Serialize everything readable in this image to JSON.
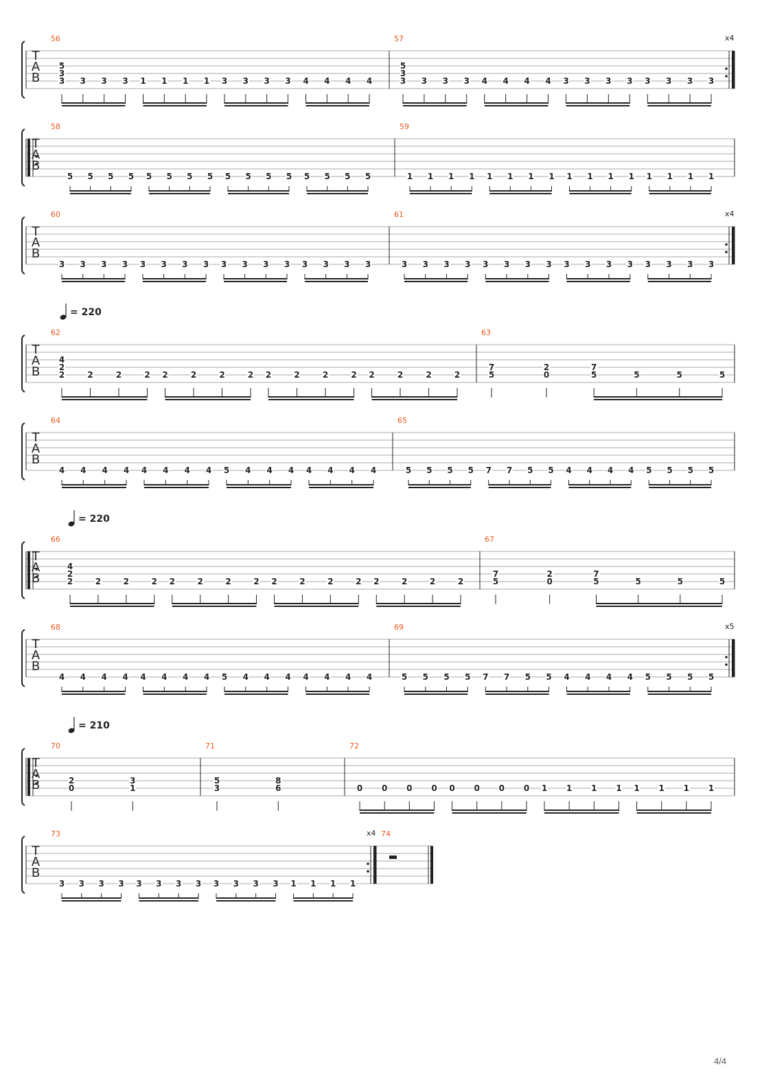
{
  "page": {
    "number_label": "4/4"
  },
  "colors": {
    "measure_number": "#e8581c",
    "ink": "#222222",
    "staff_line": "#aaaaaa"
  },
  "tab_clef": [
    "T",
    "A",
    "B"
  ],
  "tempo_marks": [
    {
      "system": 3,
      "bpm": "= 220"
    },
    {
      "system": 5,
      "bpm": "= 220"
    },
    {
      "system": 7,
      "bpm": "= 210"
    }
  ],
  "systems": [
    {
      "measures": [
        {
          "number": "56",
          "repeat_start": false,
          "repeat_end": false,
          "beats": [
            [
              "3",
              "3",
              "5"
            ],
            "3",
            "3",
            "3",
            "1",
            "1",
            "1",
            "1",
            "3",
            "3",
            "3",
            "3",
            "4",
            "4",
            "4",
            "4"
          ]
        },
        {
          "number": "57",
          "repeat_start": false,
          "repeat_end": true,
          "repeat_count": "x4",
          "beats": [
            [
              "3",
              "3",
              "5"
            ],
            "3",
            "3",
            "3",
            "4",
            "4",
            "4",
            "4",
            "3",
            "3",
            "3",
            "3",
            "3",
            "3",
            "3",
            "3"
          ]
        }
      ]
    },
    {
      "measures": [
        {
          "number": "58",
          "repeat_start": true,
          "repeat_end": false,
          "beats": [
            "5",
            "5",
            "5",
            "5",
            "5",
            "5",
            "5",
            "5",
            "5",
            "5",
            "5",
            "5",
            "5",
            "5",
            "5",
            "5"
          ]
        },
        {
          "number": "59",
          "repeat_start": false,
          "repeat_end": false,
          "beats": [
            "1",
            "1",
            "1",
            "1",
            "1",
            "1",
            "1",
            "1",
            "1",
            "1",
            "1",
            "1",
            "1",
            "1",
            "1",
            "1"
          ]
        }
      ]
    },
    {
      "measures": [
        {
          "number": "60",
          "repeat_start": false,
          "repeat_end": false,
          "beats": [
            "3",
            "3",
            "3",
            "3",
            "3",
            "3",
            "3",
            "3",
            "3",
            "3",
            "3",
            "3",
            "3",
            "3",
            "3",
            "3"
          ]
        },
        {
          "number": "61",
          "repeat_start": false,
          "repeat_end": true,
          "repeat_count": "x4",
          "beats": [
            "3",
            "3",
            "3",
            "3",
            "3",
            "3",
            "3",
            "3",
            "3",
            "3",
            "3",
            "3",
            "3",
            "3",
            "3",
            "3"
          ]
        }
      ]
    },
    {
      "measures": [
        {
          "number": "62",
          "repeat_start": false,
          "repeat_end": false,
          "beats": [
            [
              "2",
              "2",
              "4"
            ],
            "2",
            "2",
            "2",
            "2",
            "2",
            "2",
            "2",
            "2",
            "2",
            "2",
            "2",
            "2",
            "2",
            "2",
            "2"
          ]
        },
        {
          "number": "63",
          "repeat_start": false,
          "repeat_end": false,
          "quarter_beats": [
            [
              "5",
              "7"
            ],
            [
              "0",
              "2"
            ]
          ],
          "beats": [
            [
              "5",
              "7"
            ],
            "5",
            "5",
            "5"
          ]
        }
      ]
    },
    {
      "measures": [
        {
          "number": "64",
          "repeat_start": false,
          "repeat_end": false,
          "beats": [
            "4",
            "4",
            "4",
            "4",
            "4",
            "4",
            "4",
            "4",
            "5",
            "4",
            "4",
            "4",
            "4",
            "4",
            "4",
            "4"
          ]
        },
        {
          "number": "65",
          "repeat_start": false,
          "repeat_end": false,
          "beats": [
            "5",
            "5",
            "5",
            "5",
            "7",
            "7",
            "5",
            "5",
            "4",
            "4",
            "4",
            "4",
            "5",
            "5",
            "5",
            "5"
          ]
        }
      ]
    },
    {
      "measures": [
        {
          "number": "66",
          "repeat_start": true,
          "repeat_end": false,
          "beats": [
            [
              "2",
              "2",
              "4"
            ],
            "2",
            "2",
            "2",
            "2",
            "2",
            "2",
            "2",
            "2",
            "2",
            "2",
            "2",
            "2",
            "2",
            "2",
            "2"
          ]
        },
        {
          "number": "67",
          "repeat_start": false,
          "repeat_end": false,
          "quarter_beats": [
            [
              "5",
              "7"
            ],
            [
              "0",
              "2"
            ]
          ],
          "beats": [
            [
              "5",
              "7"
            ],
            "5",
            "5",
            "5"
          ]
        }
      ]
    },
    {
      "measures": [
        {
          "number": "68",
          "repeat_start": false,
          "repeat_end": false,
          "beats": [
            "4",
            "4",
            "4",
            "4",
            "4",
            "4",
            "4",
            "4",
            "5",
            "4",
            "4",
            "4",
            "4",
            "4",
            "4",
            "4"
          ]
        },
        {
          "number": "69",
          "repeat_start": false,
          "repeat_end": true,
          "repeat_count": "x5",
          "beats": [
            "5",
            "5",
            "5",
            "5",
            "7",
            "7",
            "5",
            "5",
            "4",
            "4",
            "4",
            "4",
            "5",
            "5",
            "5",
            "5"
          ]
        }
      ]
    },
    {
      "measures": [
        {
          "number": "70",
          "repeat_start": true,
          "repeat_end": false,
          "quarter_beats": [
            [
              "0",
              "2"
            ],
            [
              "1",
              "3"
            ]
          ]
        },
        {
          "number": "71",
          "repeat_start": false,
          "repeat_end": false,
          "quarter_beats": [
            [
              "3",
              "5"
            ],
            [
              "6",
              "8"
            ]
          ]
        },
        {
          "number": "72",
          "repeat_start": false,
          "repeat_end": false,
          "beats": [
            "0",
            "0",
            "0",
            "0",
            "0",
            "0",
            "0",
            "0",
            "1",
            "1",
            "1",
            "1",
            "1",
            "1",
            "1",
            "1"
          ]
        }
      ]
    },
    {
      "measures": [
        {
          "number": "73",
          "repeat_start": false,
          "repeat_end": true,
          "repeat_count": "x4",
          "beats": [
            "3",
            "3",
            "3",
            "3",
            "3",
            "3",
            "3",
            "3",
            "3",
            "3",
            "3",
            "3",
            "1",
            "1",
            "1",
            "1"
          ]
        },
        {
          "number": "74",
          "repeat_start": false,
          "repeat_end": false,
          "final": true,
          "rest": "whole-rest"
        }
      ]
    }
  ]
}
